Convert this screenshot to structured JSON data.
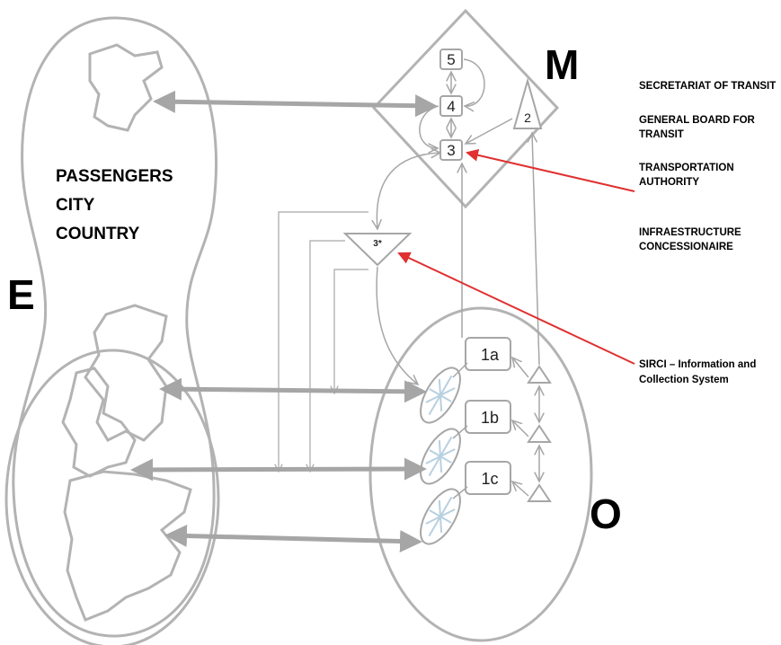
{
  "letters": {
    "e": "E",
    "m": "M",
    "o": "O"
  },
  "passengers": {
    "line1": "PASSENGERS",
    "line2": "CITY",
    "line3": "COUNTRY"
  },
  "legend": {
    "secretariat": "SECRETARIAT OF TRANSIT",
    "general_board_1": "GENERAL BOARD FOR",
    "general_board_2": "TRANSIT",
    "authority_1": "TRANSPORTATION",
    "authority_2": "AUTHORITY",
    "infra_1": "INFRAESTRUCTURE",
    "infra_2": "CONCESSIONAIRE",
    "sirci_1": "SIRCI – Information and",
    "sirci_2": "Collection System"
  },
  "nodes": {
    "n5": "5",
    "n4": "4",
    "n3": "3",
    "n2": "2",
    "n3star": "3*",
    "n1a": "1a",
    "n1b": "1b",
    "n1c": "1c"
  },
  "colors": {
    "shape": "#b3b3b3",
    "line": "#a6a6a6",
    "arrow_red": "#e03030",
    "text": "#000000",
    "map_fill": "#d5e2ec"
  }
}
